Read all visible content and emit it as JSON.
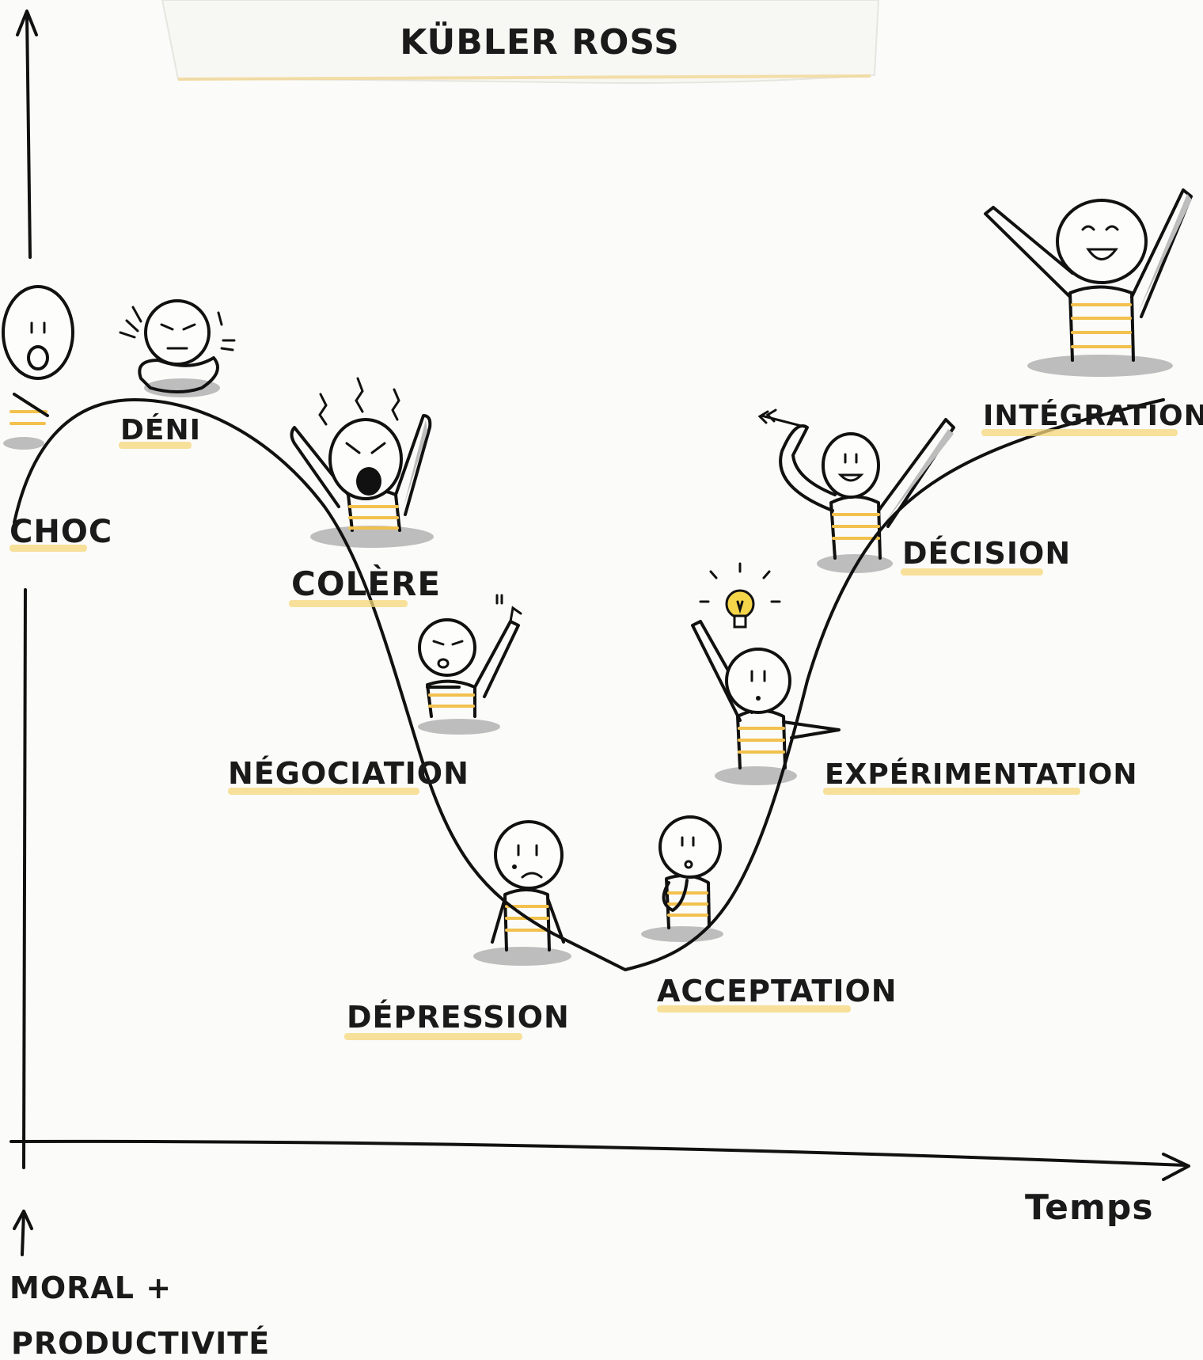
{
  "title": "KÜBLER ROSS",
  "axes": {
    "y_label_line1": "MORAL +",
    "y_label_line2": "PRODUCTIVITÉ",
    "x_label": "Temps"
  },
  "stages": [
    {
      "id": "choc",
      "label": "CHOC",
      "emotion": "shocked"
    },
    {
      "id": "deni",
      "label": "DÉNI",
      "emotion": "arms-crossed"
    },
    {
      "id": "colere",
      "label": "COLÈRE",
      "emotion": "shouting"
    },
    {
      "id": "negociation",
      "label": "NÉGOCIATION",
      "emotion": "pleading"
    },
    {
      "id": "depression",
      "label": "DÉPRESSION",
      "emotion": "crying"
    },
    {
      "id": "acceptation",
      "label": "ACCEPTATION",
      "emotion": "pondering"
    },
    {
      "id": "experimentation",
      "label": "EXPÉRIMENTATION",
      "emotion": "idea"
    },
    {
      "id": "decision",
      "label": "DÉCISION",
      "emotion": "pointing"
    },
    {
      "id": "integration",
      "label": "INTÉGRATION",
      "emotion": "joyful"
    }
  ],
  "colors": {
    "ink": "#111111",
    "highlight": "#f2c14e",
    "shadow": "#bdbdbd",
    "bulb": "#f5d64a",
    "paper": "#fbfbf9"
  }
}
